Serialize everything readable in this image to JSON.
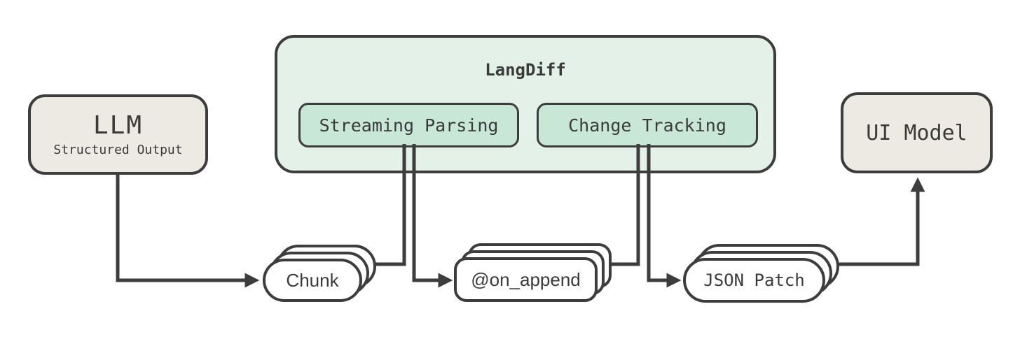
{
  "nodes": {
    "llm": {
      "title": "LLM",
      "subtitle": "Structured Output"
    },
    "langdiff": {
      "title": "LangDiff",
      "modules": [
        {
          "label": "Streaming Parsing"
        },
        {
          "label": "Change Tracking"
        }
      ]
    },
    "ui_model": {
      "title": "UI Model"
    }
  },
  "streams": [
    {
      "label": "Chunk"
    },
    {
      "label": "@on_append"
    },
    {
      "label": "JSON Patch"
    }
  ],
  "edges": [
    {
      "from": "LLM",
      "to": "Chunk"
    },
    {
      "from": "Chunk",
      "to": "Streaming Parsing"
    },
    {
      "from": "Streaming Parsing",
      "to": "@on_append"
    },
    {
      "from": "@on_append",
      "to": "Change Tracking"
    },
    {
      "from": "Change Tracking",
      "to": "JSON Patch"
    },
    {
      "from": "JSON Patch",
      "to": "UI Model"
    }
  ],
  "colors": {
    "stroke": "#3d3d3d",
    "neutral_fill": "#edeae3",
    "container_fill": "#e3f1e9",
    "module_fill": "#c8e7d6",
    "card_fill": "#ffffff",
    "text": "#3a3a3a",
    "canvas_bg": "#ffffff"
  }
}
